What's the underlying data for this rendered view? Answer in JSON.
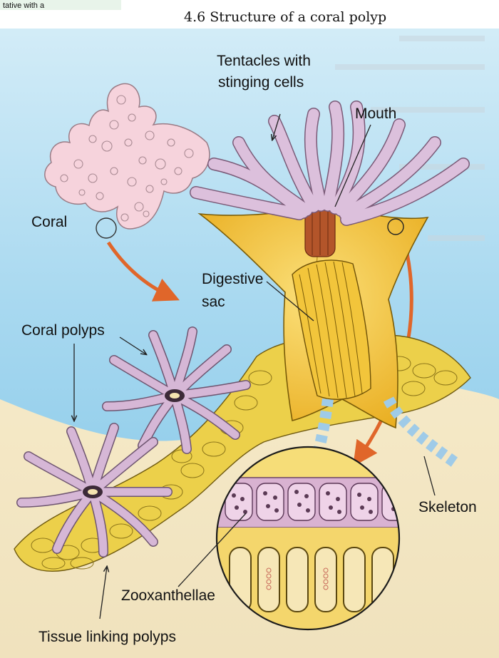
{
  "figure": {
    "title": "4.6  Structure of a coral polyp",
    "corner_fragment": "tative with a"
  },
  "labels": {
    "tentacles_line1": "Tentacles with",
    "tentacles_line2": "stinging cells",
    "mouth": "Mouth",
    "coral": "Coral",
    "digestive_line1": "Digestive",
    "digestive_line2": "sac",
    "coral_polyps": "Coral polyps",
    "skeleton": "Skeleton",
    "zooxanthellae": "Zooxanthellae",
    "tissue": "Tissue linking polyps"
  },
  "colors": {
    "sea": "#bfe3f3",
    "sand": "#f2e6c4",
    "polyp_body": "#f0c23a",
    "tentacle": "#d8b8d8",
    "coral": "#f6d3dc",
    "arrow": "#e0662a"
  }
}
